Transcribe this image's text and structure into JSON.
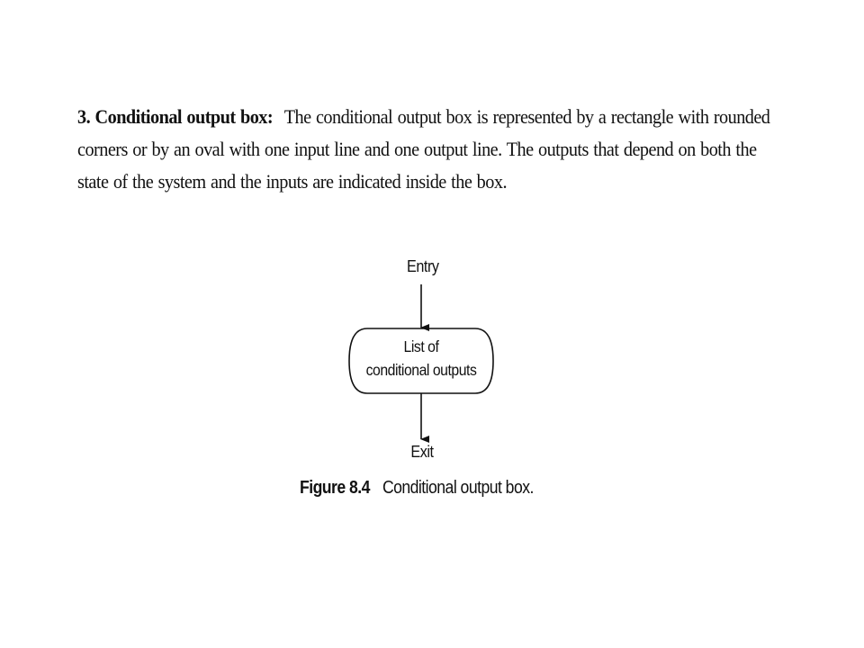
{
  "section": {
    "heading": "3. Conditional output box:",
    "body": "The conditional output box is represented by a rectangle with rounded corners or by an oval with one input line and one output line. The outputs that depend on both the state of the system and the inputs are indicated inside the box."
  },
  "figure": {
    "entry_label": "Entry",
    "box_line1": "List of",
    "box_line2": "conditional outputs",
    "exit_label": "Exit",
    "caption_number": "Figure 8.4",
    "caption_text": "Conditional output box."
  }
}
